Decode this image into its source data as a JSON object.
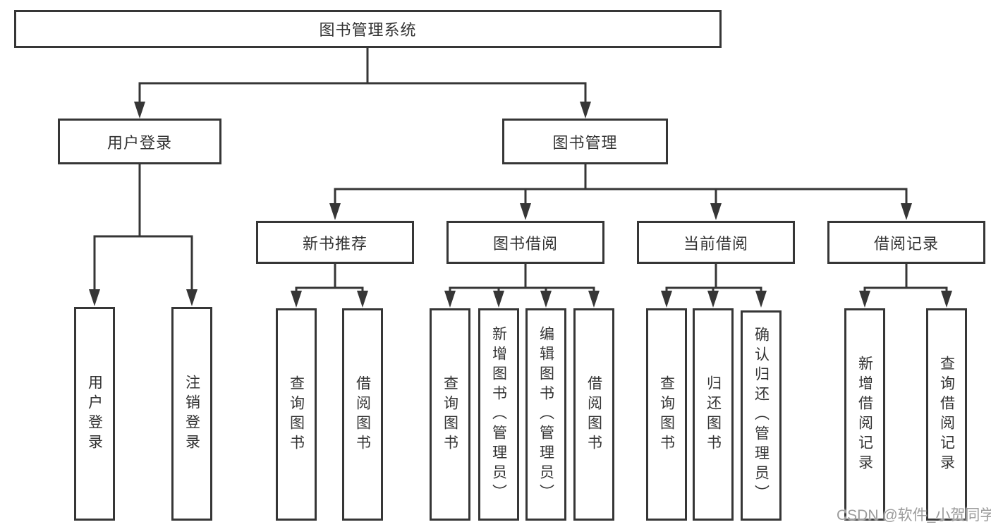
{
  "colors": {
    "line": "#363636",
    "box_border": "#363636",
    "box_background": "#ffffff",
    "text": "#333333",
    "watermark": "#9b9b9b"
  },
  "watermark": {
    "text": "CSDN @软件_小贺同学"
  },
  "tree": {
    "label": "图书管理系统",
    "children": [
      {
        "label": "用户登录",
        "children": [
          {
            "label": "用户登录"
          },
          {
            "label": "注销登录"
          }
        ]
      },
      {
        "label": "图书管理",
        "children": [
          {
            "label": "新书推荐",
            "children": [
              {
                "label": "查询图书"
              },
              {
                "label": "借阅图书"
              }
            ]
          },
          {
            "label": "图书借阅",
            "children": [
              {
                "label": "查询图书"
              },
              {
                "label": "新增图书（管理员）"
              },
              {
                "label": "编辑图书（管理员）"
              },
              {
                "label": "借阅图书"
              }
            ]
          },
          {
            "label": "当前借阅",
            "children": [
              {
                "label": "查询图书"
              },
              {
                "label": "归还图书"
              },
              {
                "label": "确认归还（管理员）"
              }
            ]
          },
          {
            "label": "借阅记录",
            "children": [
              {
                "label": "新增借阅记录"
              },
              {
                "label": "查询借阅记录"
              }
            ]
          }
        ]
      }
    ]
  }
}
